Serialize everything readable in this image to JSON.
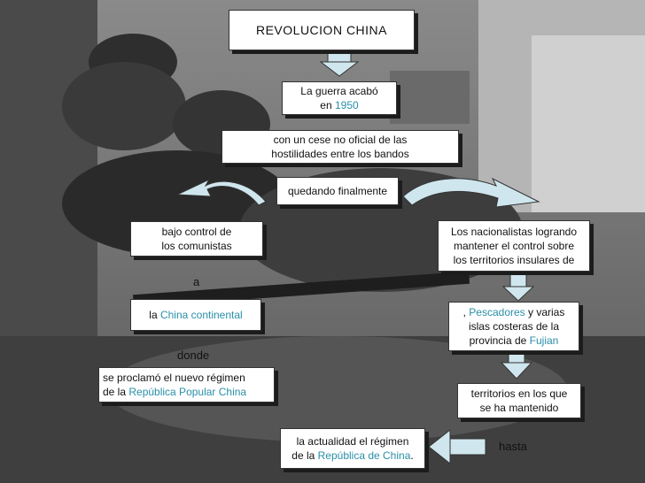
{
  "title": "REVOLUCION CHINA",
  "nodes": {
    "guerra": {
      "line1": "La guerra acabó",
      "line2_prefix": "en ",
      "year": "1950"
    },
    "cese": {
      "line1": "con un cese no oficial de las",
      "line2": "hostilidades entre los bandos"
    },
    "quedando": "quedando finalmente",
    "comunistas": {
      "line1": "bajo control de",
      "line2": "los comunistas"
    },
    "nacionalistas": {
      "line1": "Los nacionalistas logrando",
      "line2": "mantener el control sobre",
      "line3": "los territorios insulares de"
    },
    "china": {
      "prefix": "la ",
      "link": "China continental"
    },
    "pescadores": {
      "prefix": ", ",
      "link": "Pescadores",
      "suffix": " y varias",
      "line2": "islas costeras de la",
      "line3_prefix": "provincia de ",
      "line3_link": "Fujian"
    },
    "regimen": {
      "line1": "se proclamó el nuevo régimen",
      "line2_prefix": "de la ",
      "line2_link": "República Popular China"
    },
    "territorios": {
      "line1": "territorios en los que",
      "line2": "se ha mantenido"
    },
    "actualidad": {
      "line1": "la actualidad el régimen",
      "line2_prefix": "de la ",
      "line2_link": "República de China",
      "line2_suffix": "."
    }
  },
  "connectors": {
    "a": "a",
    "donde": "donde",
    "hasta": "hasta"
  },
  "colors": {
    "link": "#2a8fa8",
    "arrow_fill": "#cfe6ee",
    "background": "#7d7d7d"
  }
}
